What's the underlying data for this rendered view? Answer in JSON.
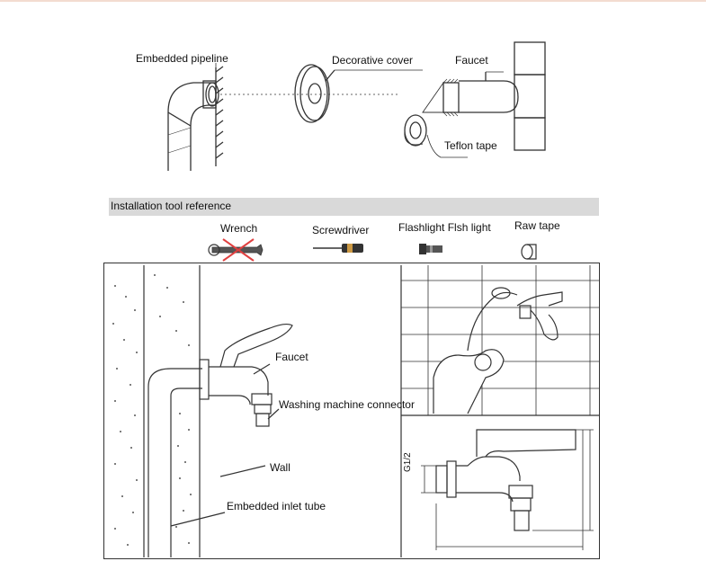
{
  "top_diagram": {
    "embedded_pipeline": "Embedded pipeline",
    "decorative_cover": "Decorative cover",
    "faucet": "Faucet",
    "teflon_tape": "Teflon tape"
  },
  "tools_section": {
    "title": "Installation tool reference",
    "tools": [
      "Wrench",
      "Screwdriver",
      "Flashlight Flsh light",
      "Raw tape"
    ]
  },
  "bottom_diagram": {
    "faucet": "Faucet",
    "washing_machine_connector": "Washing machine connector",
    "wall": "Wall",
    "embedded_inlet_tube": "Embedded inlet tube",
    "dimension_label": "G1/2"
  },
  "colors": {
    "line": "#333333",
    "band": "#d9d9d9",
    "cross": "#e04040",
    "accent_top": "#f3dcd0"
  }
}
